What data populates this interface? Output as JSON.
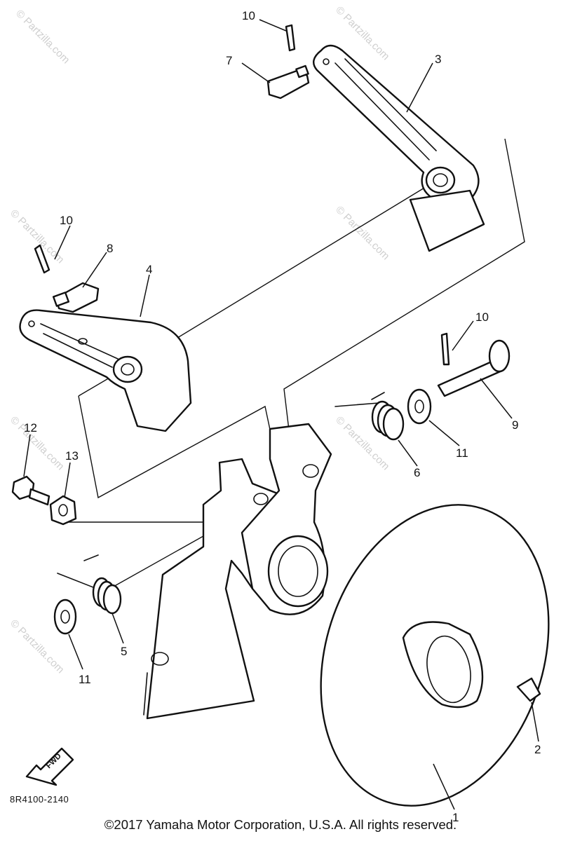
{
  "callouts": {
    "c1": "1",
    "c2": "2",
    "c3": "3",
    "c4": "4",
    "c5": "5",
    "c6": "6",
    "c7": "7",
    "c8": "8",
    "c9": "9",
    "c10a": "10",
    "c10b": "10",
    "c10c": "10",
    "c11a": "11",
    "c11b": "11",
    "c12": "12",
    "c13": "13"
  },
  "fwd_label": "FWD",
  "diagram_code": "8R4100-2140",
  "copyright": "©2017 Yamaha Motor Corporation, U.S.A. All rights reserved.",
  "watermark": "© Partzilla.com"
}
